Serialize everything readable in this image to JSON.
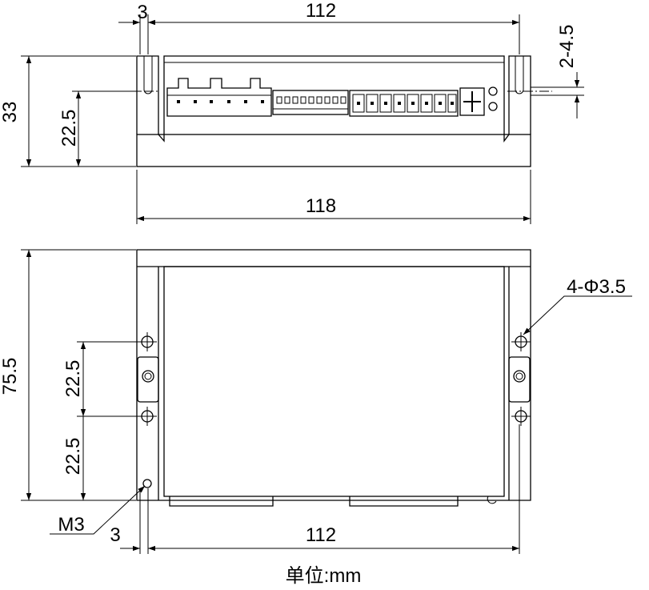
{
  "dimensions": {
    "top_view": {
      "slot_width": "3",
      "hole_spacing": "112",
      "slot_spec": "2-4.5",
      "height": "33",
      "hole_height": "22.5",
      "overall_width": "118"
    },
    "bottom_view": {
      "height": "75.5",
      "hole_spacing_upper": "22.5",
      "hole_spacing_lower": "22.5",
      "hole_spec": "4-Φ3.5",
      "thread_spec": "M3",
      "edge_offset": "3",
      "hole_spacing": "112"
    }
  },
  "unit_label": "单位:mm"
}
